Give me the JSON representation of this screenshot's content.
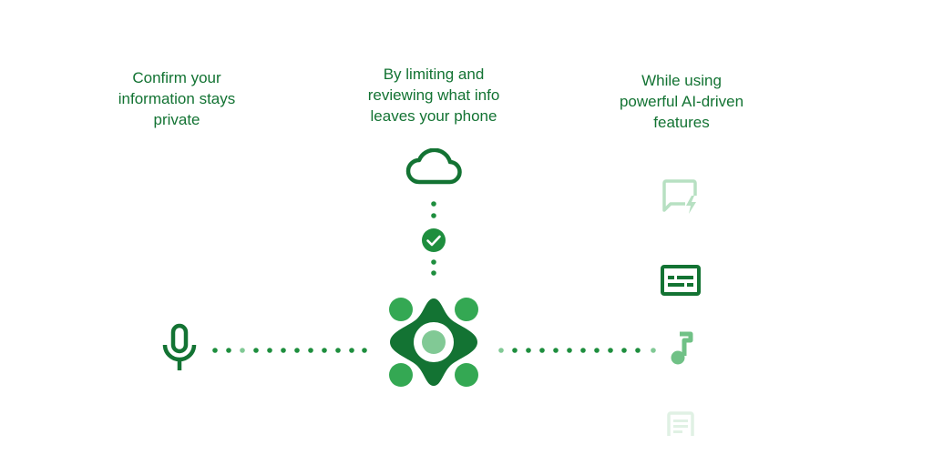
{
  "captions": {
    "left": [
      "Confirm your",
      "information stays",
      "private"
    ],
    "center": [
      "By limiting and",
      "reviewing what info",
      "leaves your phone"
    ],
    "right": [
      "While using",
      "powerful AI-driven",
      "features"
    ]
  },
  "icons": {
    "input": "microphone-icon",
    "cloud": "cloud-icon",
    "check": "check-circle-icon",
    "hub": "private-compute-core-icon",
    "features": [
      "quick-reply-icon",
      "live-caption-icon",
      "music-note-icon",
      "document-icon"
    ]
  },
  "colors": {
    "dark_green": "#137333",
    "green": "#34a853",
    "light_green": "#81c995"
  }
}
